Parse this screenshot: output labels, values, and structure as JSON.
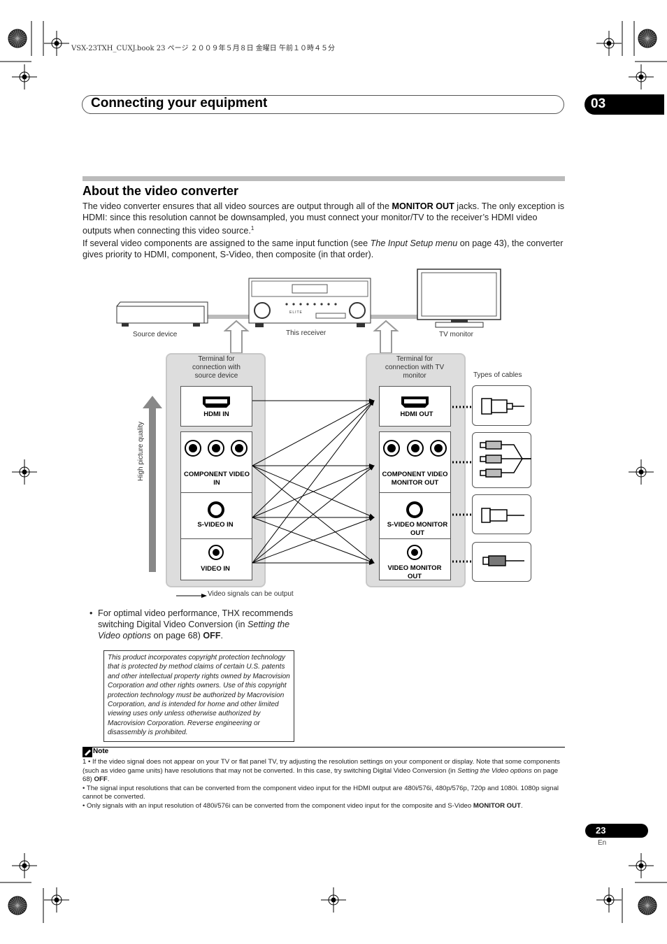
{
  "print_info": "VSX-23TXH_CUXJ.book  23 ページ  ２００９年５月８日  金曜日  午前１０時４５分",
  "header": {
    "title": "Connecting your equipment",
    "chapter": "03"
  },
  "section": {
    "title": "About the video converter",
    "p1_a": "The video converter ensures that all video sources are output through all of the ",
    "p1_b": "MONITOR OUT",
    "p1_c": " jacks. The only exception is HDMI: since this resolution cannot be downsampled, you must connect your monitor/TV to the receiver’s HDMI video outputs when connecting this video source.",
    "p1_sup": "1",
    "p2_a": "If several video components are assigned to the same input function (see ",
    "p2_b": "The Input Setup menu",
    "p2_c": " on page 43), the converter gives priority to HDMI, component, S-Video, then composite (in that order)."
  },
  "diagram": {
    "source_device": "Source device",
    "this_receiver": "This receiver",
    "tv_monitor": "TV monitor",
    "terminal_source": "Terminal for connection with source device",
    "terminal_tv": "Terminal for connection with TV monitor",
    "types_of_cables": "Types of cables",
    "quality": "High picture quality",
    "inputs": [
      "HDMI IN",
      "COMPONENT VIDEO IN",
      "S-VIDEO IN",
      "VIDEO IN"
    ],
    "outputs": [
      "HDMI OUT",
      "COMPONENT VIDEO MONITOR OUT",
      "S-VIDEO MONITOR OUT",
      "VIDEO MONITOR OUT"
    ],
    "legend": "Video signals can be output",
    "receiver_brand": "ELITE"
  },
  "bullet": {
    "a": "For optimal video performance, THX recommends switching Digital Video Conversion (in ",
    "b": "Setting the Video options",
    "c": " on page 68) ",
    "d": "OFF",
    "e": "."
  },
  "copyright": "This product incorporates copyright protection technology that is protected by method claims of certain U.S. patents and other intellectual property rights owned by Macrovision Corporation and other rights owners. Use of this copyright protection technology must be authorized by Macrovision Corporation, and is intended for home and other limited viewing uses only unless otherwise authorized by Macrovision Corporation. Reverse engineering or disassembly is prohibited.",
  "note": {
    "heading": "Note",
    "n1_a": "1 • If the video signal does not appear on your TV or flat panel TV, try adjusting the resolution settings on your component or display. Note that some components (such as video game units) have resolutions that may not be converted. In this case, try switching Digital Video Conversion (in ",
    "n1_b": "Setting the Video options",
    "n1_c": " on page 68) ",
    "n1_d": "OFF",
    "n1_e": ".",
    "n2": "• The signal input resolutions that can be converted from the component video input for the HDMI output are 480i/576i, 480p/576p, 720p and 1080i. 1080p signal cannot be converted.",
    "n3_a": "• Only signals with an input resolution of 480i/576i can be converted from the component video input for the composite and S-Video ",
    "n3_b": "MONITOR OUT",
    "n3_c": "."
  },
  "footer": {
    "page": "23",
    "lang": "En"
  }
}
